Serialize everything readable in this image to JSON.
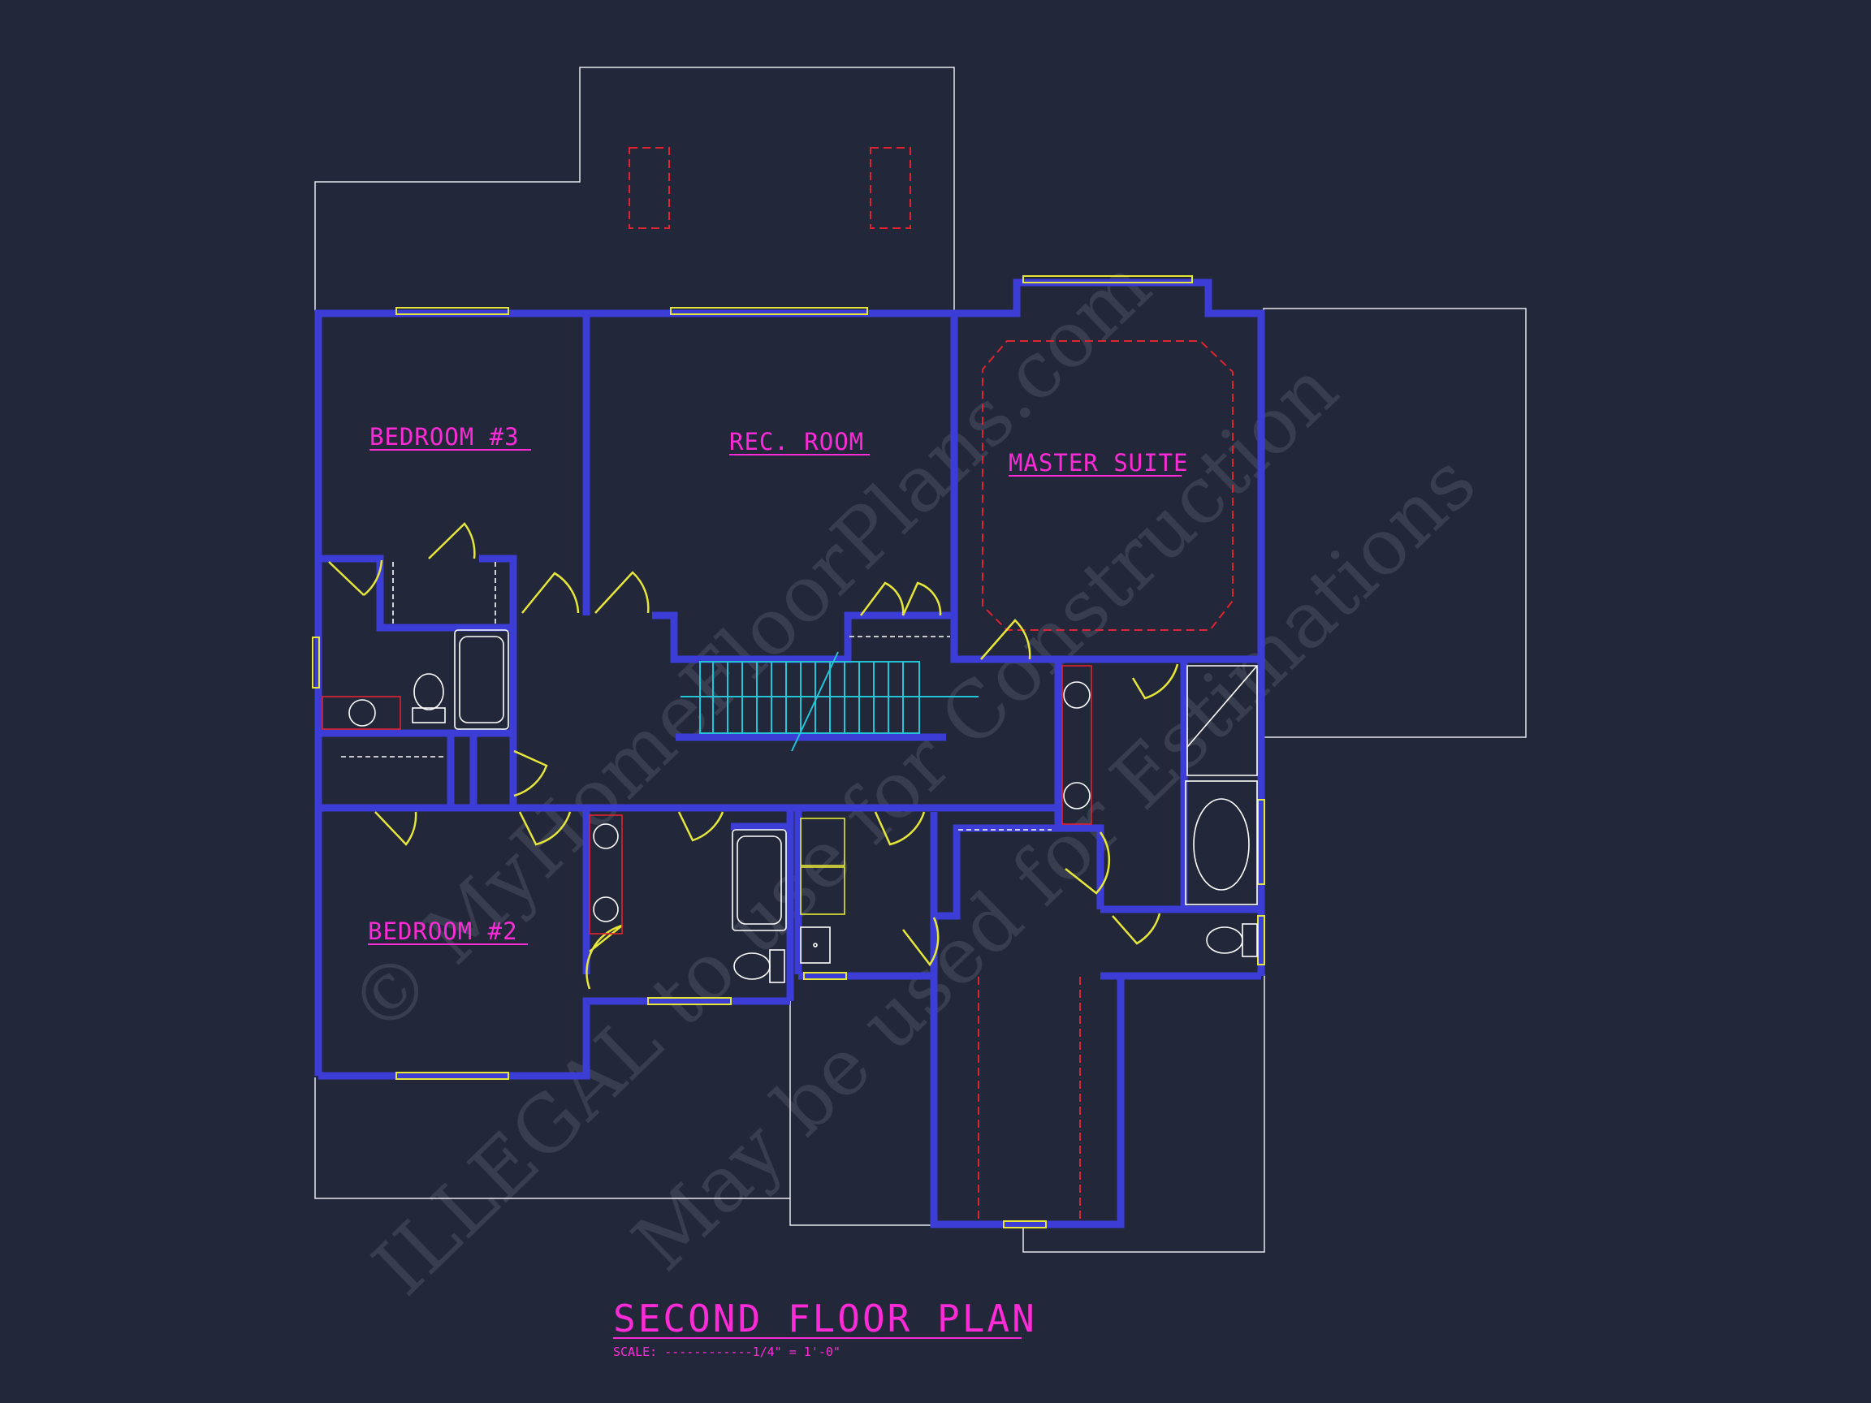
{
  "plan": {
    "title": "SECOND FLOOR PLAN",
    "scale": "SCALE: ------------1/4\" = 1'-0\"",
    "rooms": {
      "bedroom3": "BEDROOM #3",
      "rec_room": "REC. ROOM",
      "master_suite": "MASTER SUITE",
      "bedroom2": "BEDROOM #2"
    }
  },
  "watermark": {
    "line1": "© MyHomeFloorPlans.com",
    "line2": "ILLEGAL to use for Construction",
    "line3": "May be used for Estimations"
  },
  "colors": {
    "background": "#22273a",
    "walls": "#3b3dd6",
    "outline": "#e8e8ee",
    "windows": "#e6e63a",
    "doors": "#e6e63a",
    "fixtures": "#ffffff",
    "red_dashed": "#e0242f",
    "stairs": "#22c4d6",
    "labels": "#ff2bd6"
  }
}
